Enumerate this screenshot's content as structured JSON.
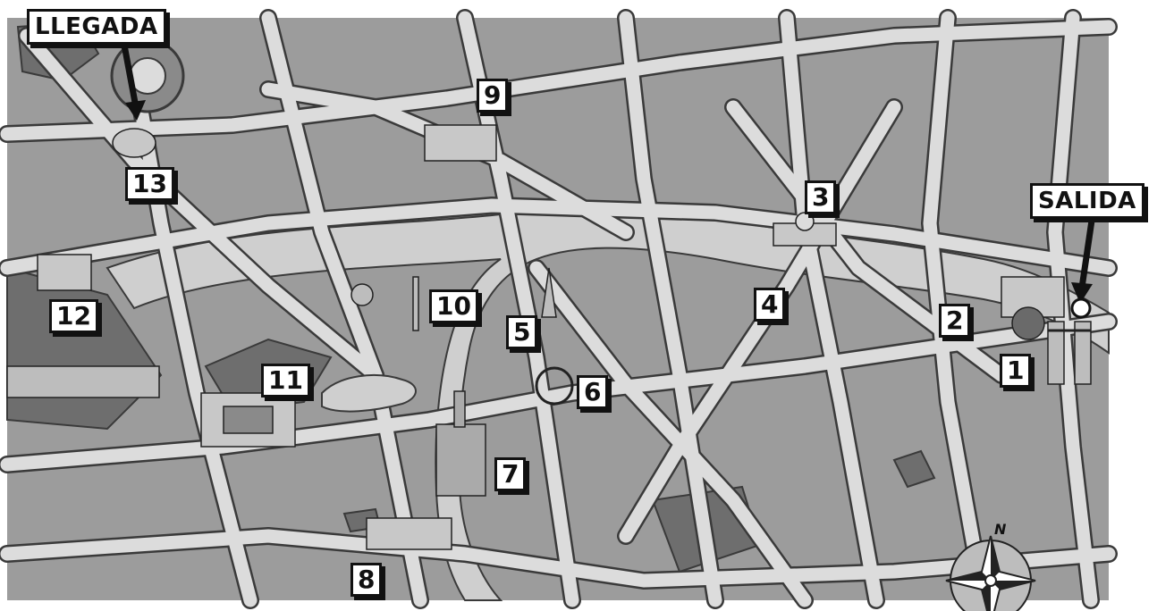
{
  "map": {
    "start_label": "SALIDA",
    "end_label": "LLEGADA",
    "compass_label": "N",
    "landmarks": [
      {
        "id": "l1",
        "label": "1"
      },
      {
        "id": "l2",
        "label": "2"
      },
      {
        "id": "l3",
        "label": "3"
      },
      {
        "id": "l4",
        "label": "4"
      },
      {
        "id": "l5",
        "label": "5"
      },
      {
        "id": "l6",
        "label": "6"
      },
      {
        "id": "l7",
        "label": "7"
      },
      {
        "id": "l8",
        "label": "8"
      },
      {
        "id": "l9",
        "label": "9"
      },
      {
        "id": "l10",
        "label": "10"
      },
      {
        "id": "l11",
        "label": "11"
      },
      {
        "id": "l12",
        "label": "12"
      },
      {
        "id": "l13",
        "label": "13"
      }
    ],
    "colors": {
      "block": "#9c9c9c",
      "road": "#dcdcdc",
      "outline": "#3a3a3a",
      "river": "#cfcfcf",
      "park": "#6e6e6e"
    }
  }
}
